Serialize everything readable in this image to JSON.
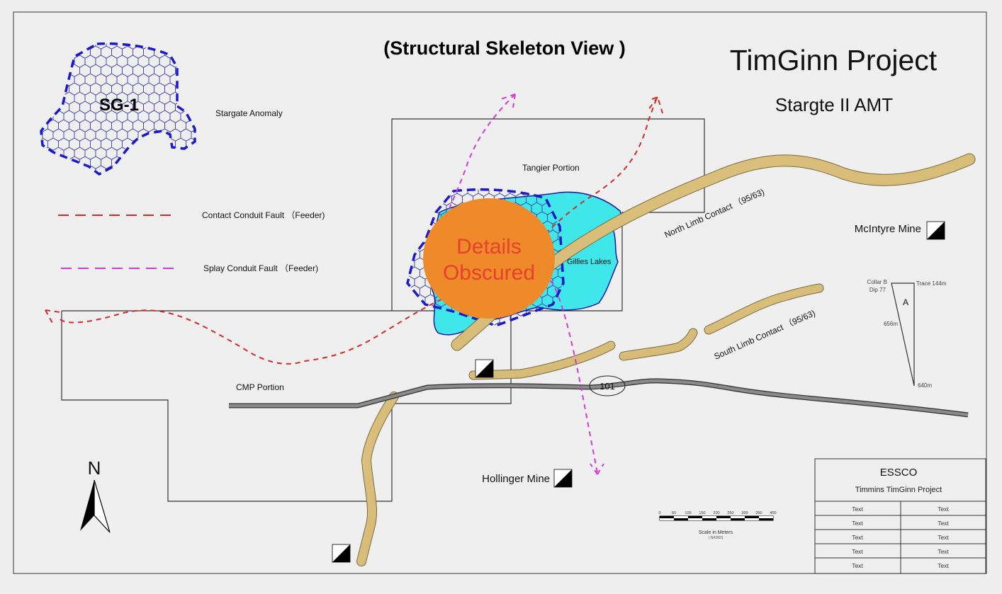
{
  "titles": {
    "view": "(Structural Skeleton View )",
    "project": "TimGinn Project",
    "survey": "Stargte II AMT"
  },
  "legend": {
    "anomaly_tag": "SG-1",
    "anomaly_label": "Stargate Anomaly",
    "contact_fault_label": "Contact Conduit Fault （Feeder)",
    "splay_fault_label": "Splay Conduit Fault （Feeder)"
  },
  "map_labels": {
    "tangier": "Tangier Portion",
    "cmp": "CMP Portion",
    "gillies": "Gillies Lakes",
    "north_limb": "North Limb Contact （95/63)",
    "south_limb": "South Limb Contact （95/63)",
    "road_number": "101",
    "obscured_line1": "Details",
    "obscured_line2": "Obscured"
  },
  "mines": {
    "mcintyre": "McIntyre Mine",
    "hollinger": "Hollinger Mine"
  },
  "drillhole": {
    "collar": "Collar B",
    "dip": "Dip 77",
    "trace": "Trace 144m",
    "section_label": "A",
    "hyp_length": "656m",
    "depth": "640m"
  },
  "north_arrow": "N",
  "scale_bar": {
    "ticks": [
      "0",
      "50",
      "100",
      "150",
      "200",
      "250",
      "300",
      "350",
      "400"
    ],
    "title": "Scale in Meters",
    "datum": "( NAD83)"
  },
  "title_block": {
    "company": "ESSCO",
    "project": "Timmins TimGinn Project",
    "rows": [
      [
        "Text",
        "Text"
      ],
      [
        "Text",
        "Text"
      ],
      [
        "Text",
        "Text"
      ],
      [
        "Text",
        "Text"
      ],
      [
        "Text",
        "Text"
      ]
    ]
  },
  "colors": {
    "contact_fault": "#d42a2a",
    "splay_fault": "#d43ad4",
    "anomaly_outline": "#1a1acc",
    "lake": "#3fe6ea",
    "contact_band": "#d9c07a",
    "road": "#888888",
    "obscure_disc": "#ee8a2a",
    "obscure_text": "#e8402e"
  }
}
